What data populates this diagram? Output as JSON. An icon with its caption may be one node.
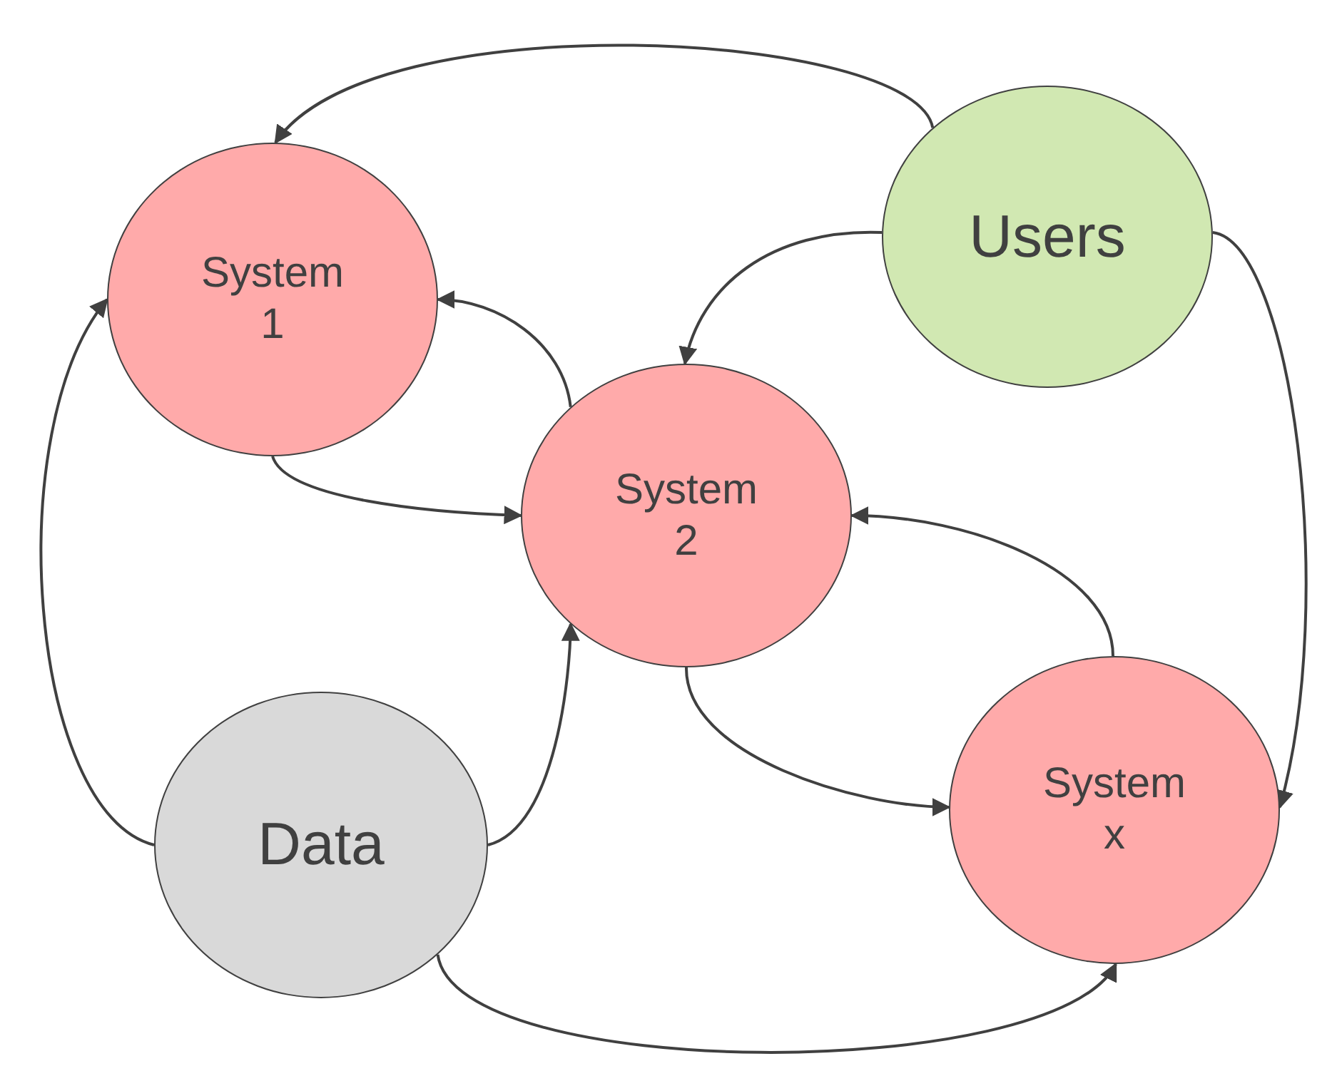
{
  "diagram": {
    "nodes": [
      {
        "text": [
          "System 1"
        ]
      },
      {
        "text": [
          "Users"
        ]
      },
      {
        "text": [
          "System 2"
        ]
      },
      {
        "text": [
          "Data"
        ]
      },
      {
        "text": [
          "System x"
        ]
      }
    ],
    "edges": [
      {
        "from": 1,
        "to": 0,
        "arrow": "to"
      },
      {
        "from": 1,
        "to": 2,
        "arrow": "to"
      },
      {
        "from": 1,
        "to": 4,
        "arrow": "to"
      },
      {
        "from": 2,
        "to": 0,
        "arrow": "to"
      },
      {
        "from": 0,
        "to": 2,
        "arrow": "to"
      },
      {
        "from": 4,
        "to": 2,
        "arrow": "to"
      },
      {
        "from": 2,
        "to": 4,
        "arrow": "to"
      },
      {
        "from": 3,
        "to": 0,
        "arrow": "to"
      },
      {
        "from": 3,
        "to": 2,
        "arrow": "to"
      },
      {
        "from": 3,
        "to": 4,
        "arrow": "to"
      }
    ]
  }
}
